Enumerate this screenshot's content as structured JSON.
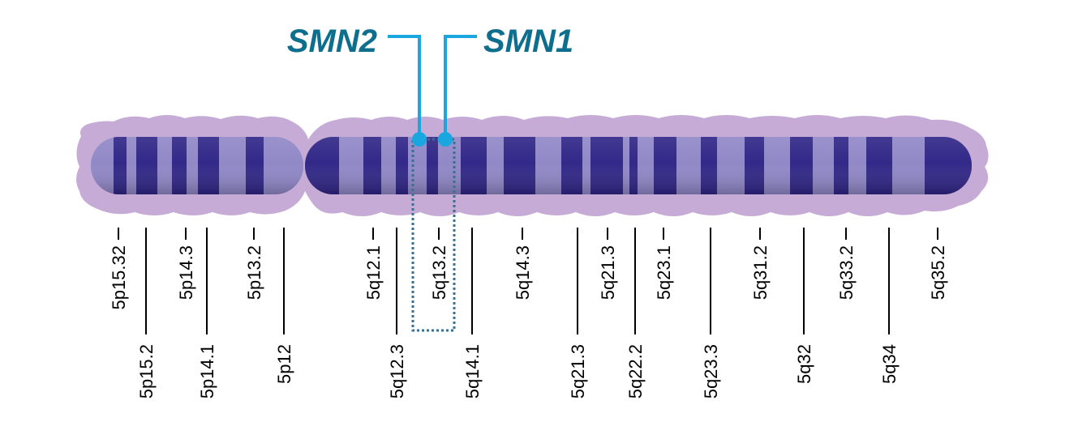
{
  "genes": {
    "smn2": "SMN2",
    "smn1": "SMN1"
  },
  "colors": {
    "gene_text": "#0e6e8e",
    "gene_line": "#1aa7e0",
    "highlight_box": "#3a6f8f",
    "chromatid_light": "#8f86c6",
    "chromatid_dark": "#2e2486",
    "halo": "#b08ac6"
  },
  "bands": {
    "upper": [
      "5p15.32",
      "5p14.3",
      "5p13.2",
      "5q12.1",
      "5q13.2",
      "5q14.3",
      "5q21.3",
      "5q23.1",
      "5q31.2",
      "5q33.2",
      "5q35.2"
    ],
    "lower": [
      "5p15.2",
      "5p14.1",
      "5p12",
      "5q12.3",
      "5q14.1",
      "5q21.3",
      "5q22.2",
      "5q23.3",
      "5q32",
      "5q34"
    ]
  }
}
